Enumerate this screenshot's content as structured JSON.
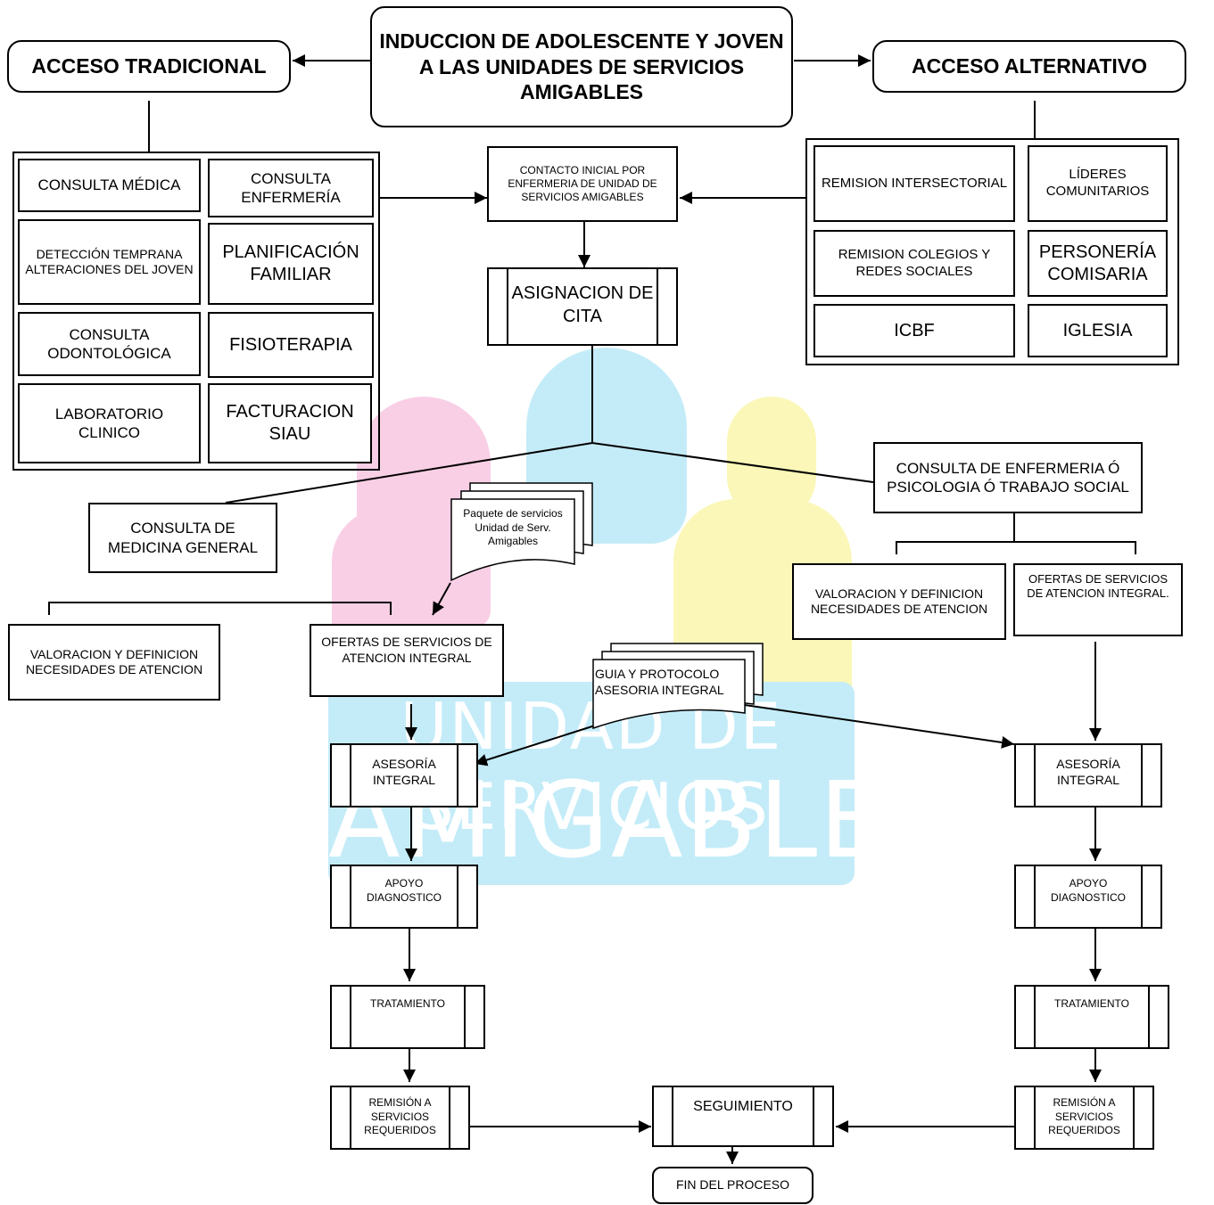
{
  "title": "INDUCCION DE ADOLESCENTE Y JOVEN A LAS UNIDADES DE SERVICIOS AMIGABLES",
  "acceso_tradicional": {
    "label": "ACCESO TRADICIONAL",
    "items": [
      "CONSULTA MÉDICA",
      "CONSULTA ENFERMERÍA",
      "DETECCIÓN TEMPRANA ALTERACIONES DEL JOVEN",
      "PLANIFICACIÓN FAMILIAR",
      "CONSULTA ODONTOLÓGICA",
      "FISIOTERAPIA",
      "LABORATORIO CLINICO",
      "FACTURACION SIAU"
    ]
  },
  "acceso_alternativo": {
    "label": "ACCESO ALTERNATIVO",
    "items": [
      "REMISION INTERSECTORIAL",
      "LÍDERES COMUNITARIOS",
      "REMISION COLEGIOS Y REDES SOCIALES",
      "PERSONERÍA COMISARIA",
      "ICBF",
      "IGLESIA"
    ]
  },
  "contacto_inicial": "CONTACTO INICIAL POR ENFERMERIA DE UNIDAD DE SERVICIOS AMIGABLES",
  "asignacion_cita": "ASIGNACION DE CITA",
  "left_branch": {
    "consulta": "CONSULTA DE MEDICINA GENERAL",
    "valoracion": "VALORACION Y DEFINICION NECESIDADES DE ATENCION",
    "ofertas": "OFERTAS DE SERVICIOS DE ATENCION INTEGRAL",
    "asesoria": "ASESORÍA INTEGRAL",
    "apoyo": "APOYO DIAGNOSTICO",
    "tratamiento": "TRATAMIENTO",
    "remision": "REMISIÓN A SERVICIOS REQUERIDOS"
  },
  "right_branch": {
    "consulta": "CONSULTA DE ENFERMERIA Ó PSICOLOGIA Ó TRABAJO SOCIAL",
    "valoracion": "VALORACION Y DEFINICION NECESIDADES DE ATENCION",
    "ofertas": "OFERTAS DE SERVICIOS DE ATENCION INTEGRAL.",
    "asesoria": "ASESORÍA INTEGRAL",
    "apoyo": "APOYO DIAGNOSTICO",
    "tratamiento": "TRATAMIENTO",
    "remision": "REMISIÓN A SERVICIOS REQUERIDOS"
  },
  "documents": {
    "paquete": "Paquete de servicios Unidad de Serv. Amigables",
    "guia": "GUIA Y PROTOCOLO ASESORIA INTEGRAL"
  },
  "seguimiento": "SEGUIMIENTO",
  "fin": "FIN DEL PROCESO",
  "watermark": {
    "line1": "UNIDAD DE SERVICIOS",
    "line2": "AMIGABLES",
    "colors": {
      "blue": "#c4ecf8",
      "pink": "#f9cfe6",
      "yellow": "#fbf7b8"
    }
  }
}
